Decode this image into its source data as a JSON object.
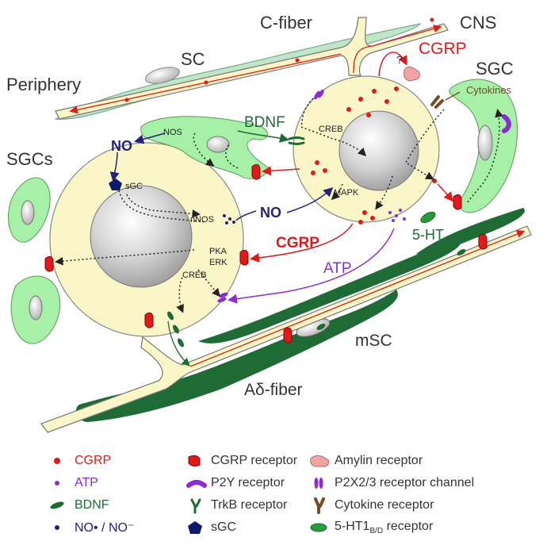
{
  "labels": {
    "c_fiber": "C-fiber",
    "cns": "CNS",
    "sc": "SC",
    "periphery": "Periphery",
    "sgc": "SGC",
    "sgcs": "SGCs",
    "cgrp_top": "CGRP",
    "question": "?",
    "cytokines": "Cytokines",
    "bdnf": "BDNF",
    "nos": "NOS",
    "no_left": "NO",
    "no_mid": "NO",
    "creb_right": "CREB",
    "mapk": "MAPK",
    "sgc_enzyme": "sGC",
    "nnos": "nNOS",
    "pka": "PKA",
    "erk": "ERK",
    "creb_left": "CREB",
    "cgrp_mid": "CGRP",
    "atp": "ATP",
    "five_ht": "5-HT",
    "msc": "mSC",
    "a_delta_fiber": "Aδ-fiber"
  },
  "legend": {
    "cgrp": "CGRP",
    "atp": "ATP",
    "bdnf": "BDNF",
    "no": "NO• / NO⁻",
    "cgrp_receptor": "CGRP receptor",
    "p2y_receptor": "P2Y receptor",
    "trkb_receptor": "TrkB receptor",
    "sgc": "sGC",
    "amylin_receptor": "Amylin receptor",
    "p2x_channel": "P2X2/3 receptor channel",
    "cytokine_receptor": "Cytokine receptor",
    "ht1_receptor_main": "5-HT1",
    "ht1_receptor_sub": "B/D",
    "ht1_receptor_tail": " receptor"
  },
  "colors": {
    "cgrp": "#e01a1a",
    "atp": "#8a2bd6",
    "bdnf": "#1e6b35",
    "no": "#23237a",
    "sgc_fill": "#a7f0a7",
    "msc_fill": "#1e6b35",
    "sc_fill": "#bfe6c9",
    "neuron_fill": "#fbf6c8",
    "nucleus": "#c8c8c8",
    "cytokine": "#7a4a24",
    "amylin": "#f2a3a3"
  }
}
